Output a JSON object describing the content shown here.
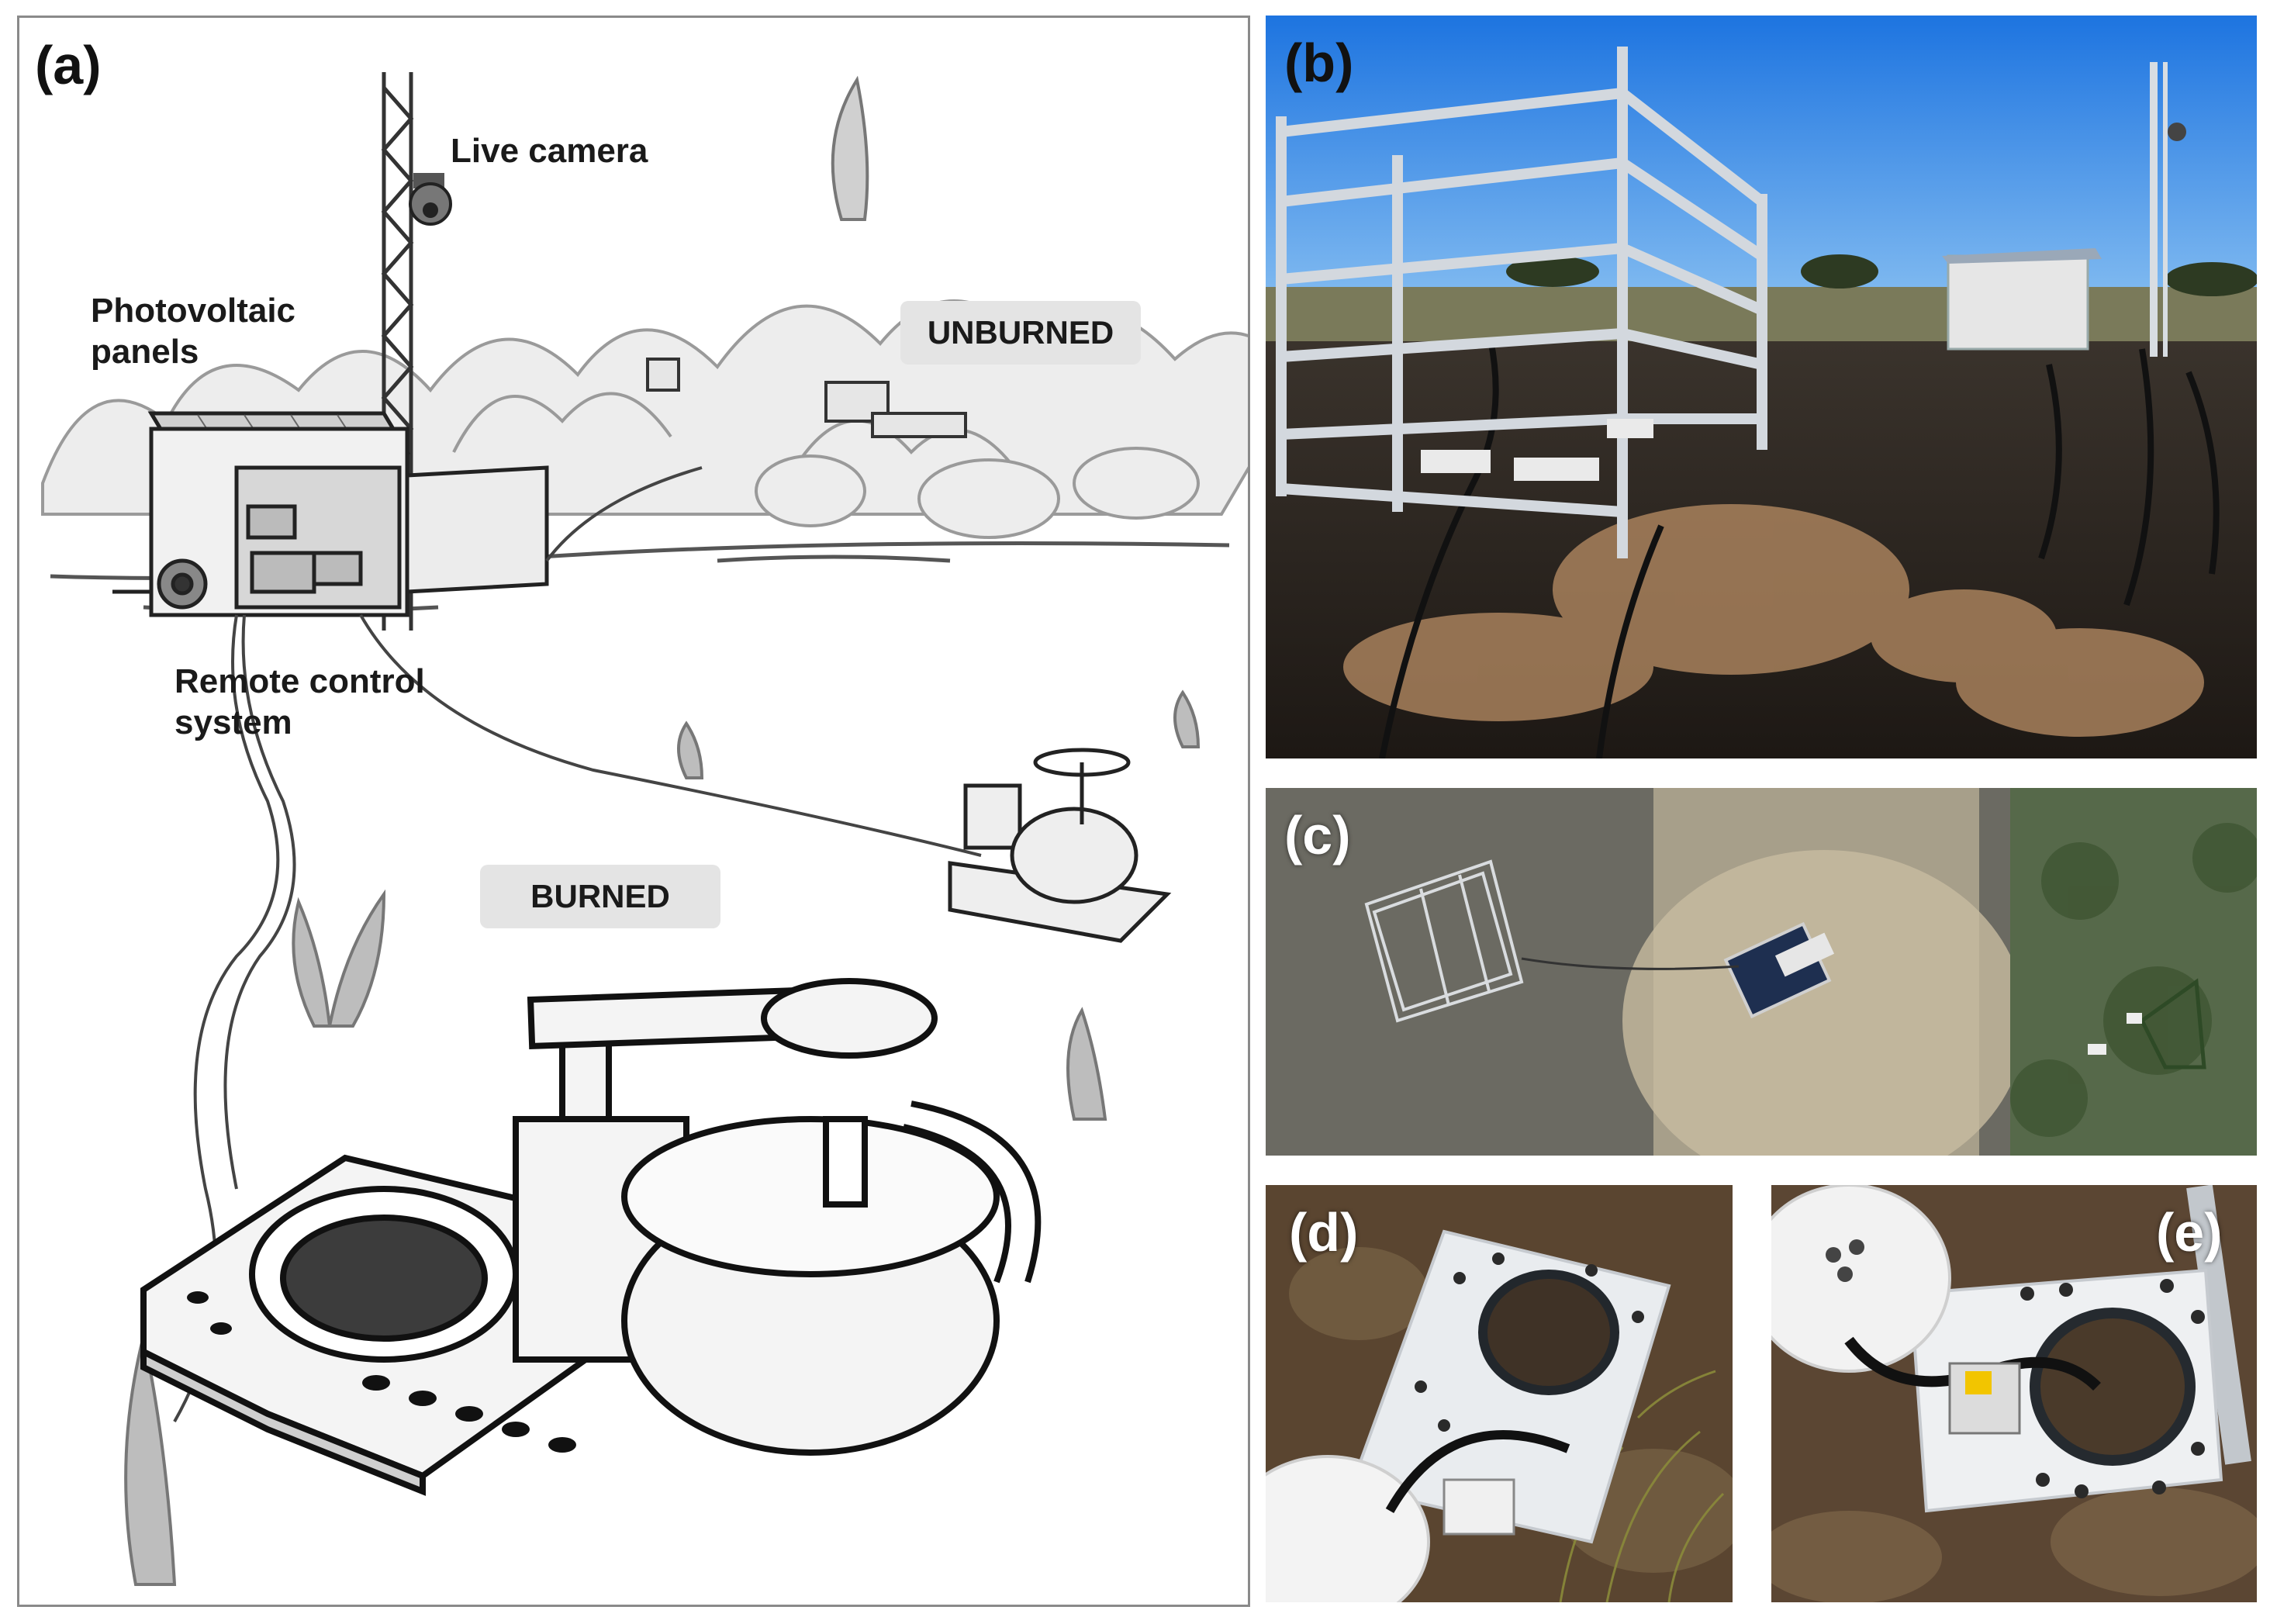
{
  "figure": {
    "panels": [
      {
        "letter": "(a)"
      },
      {
        "letter": "(b)"
      },
      {
        "letter": "(c)"
      },
      {
        "letter": "(d)"
      },
      {
        "letter": "(e)"
      }
    ]
  },
  "sketch_labels": {
    "live_camera": "Live camera",
    "photovoltaic_line1": "Photovoltaic",
    "photovoltaic_line2": "panels",
    "remote_line1": "Remote control",
    "remote_line2": "system",
    "unburned": "UNBURNED",
    "burned": "BURNED"
  },
  "colors": {
    "sky": "#2f86e8",
    "burned_soil": "#2a231e",
    "sand": "#c9a878",
    "vegetation": "#4f6a3a",
    "metal": "#c9ced4",
    "label_box": "#e4e4e4"
  }
}
